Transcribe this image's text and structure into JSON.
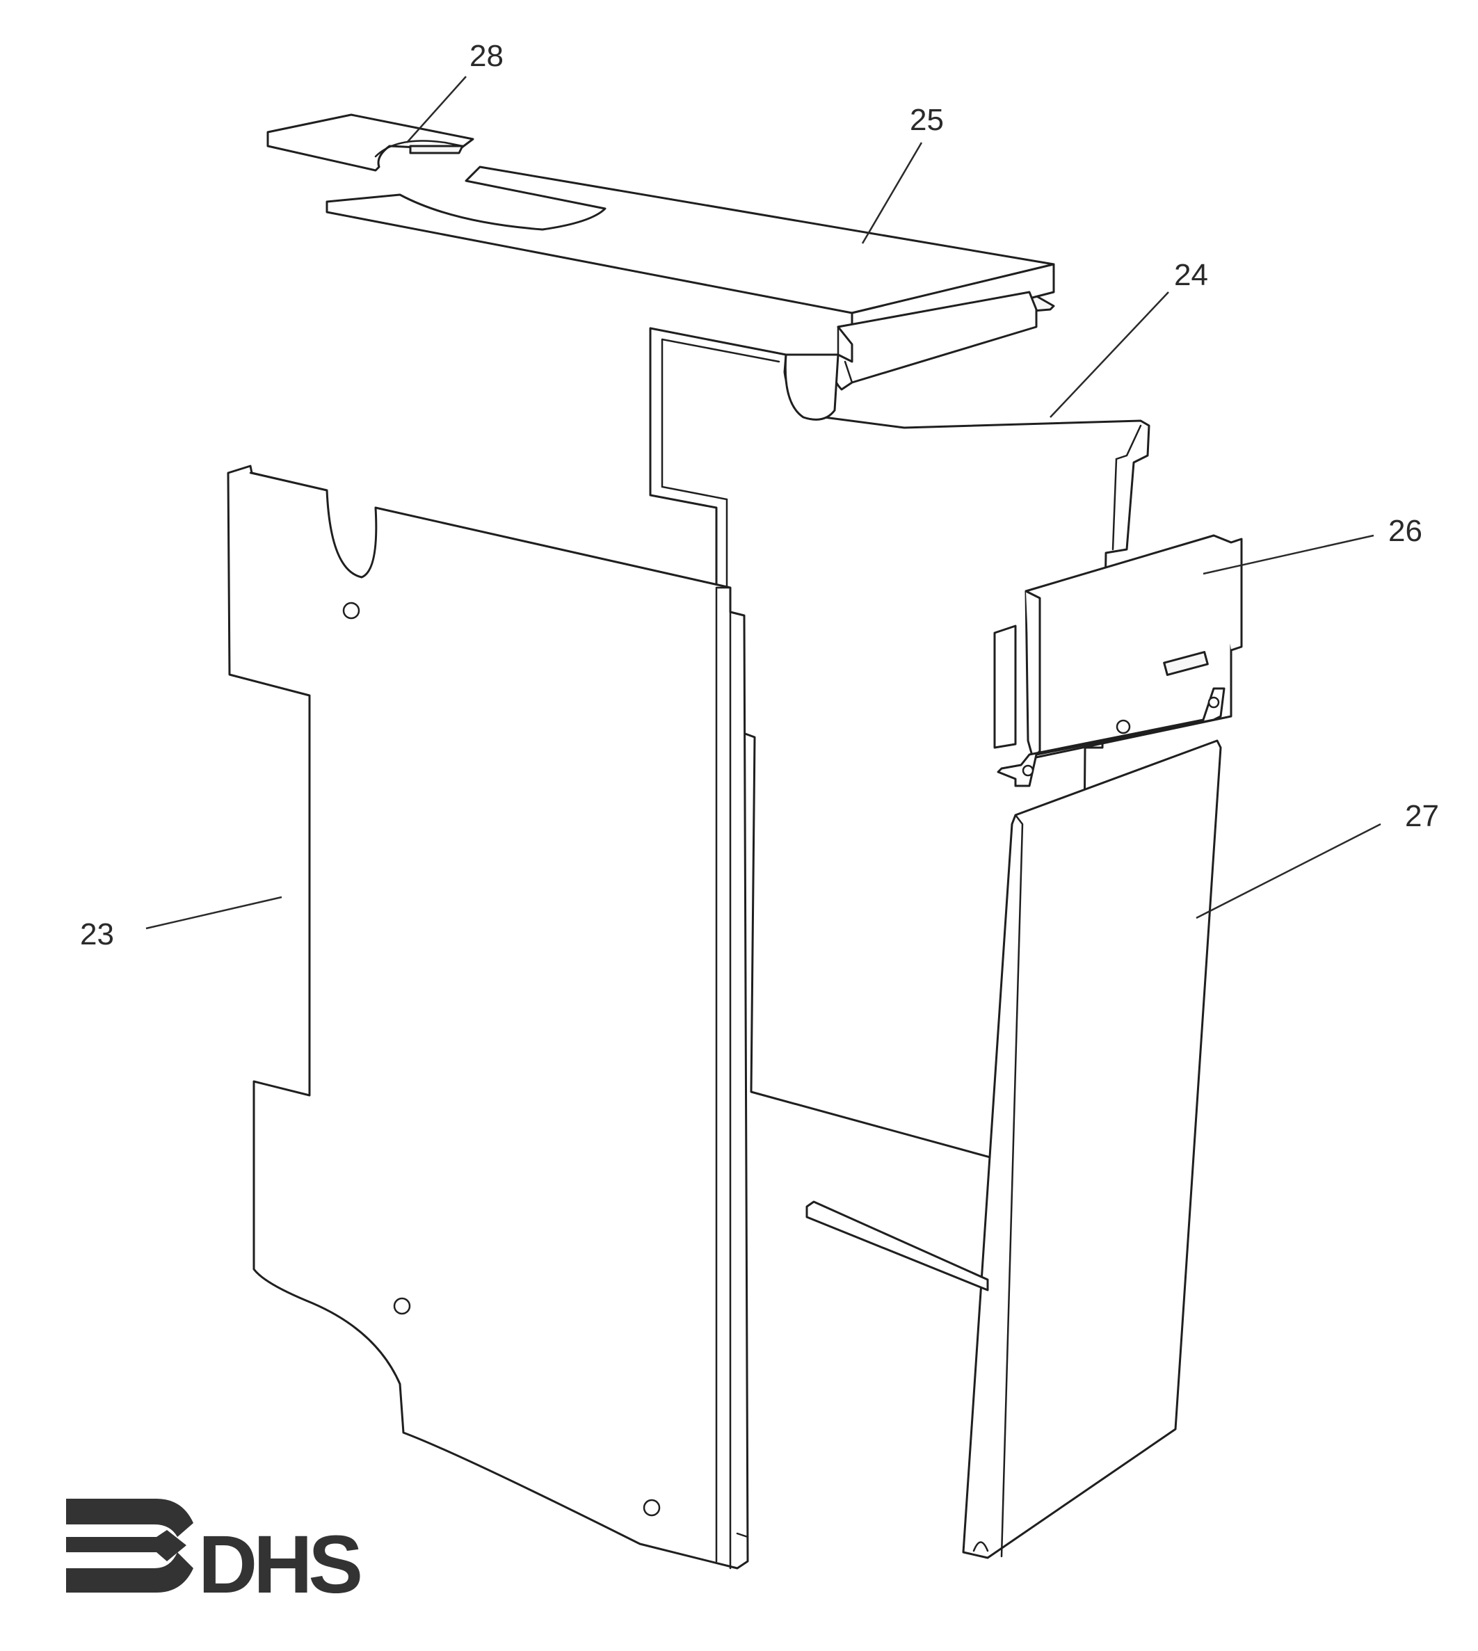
{
  "callouts": [
    {
      "id": "28",
      "label": "28"
    },
    {
      "id": "25",
      "label": "25"
    },
    {
      "id": "24",
      "label": "24"
    },
    {
      "id": "26",
      "label": "26"
    },
    {
      "id": "27",
      "label": "27"
    },
    {
      "id": "23",
      "label": "23"
    }
  ],
  "logo": {
    "text": "DHS",
    "color": "#333333"
  },
  "colors": {
    "line": "#1f1f1f",
    "background": "#ffffff"
  }
}
